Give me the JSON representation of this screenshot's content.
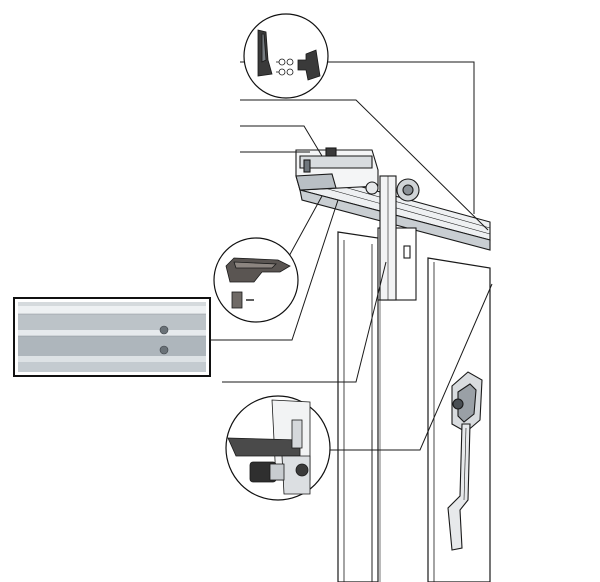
{
  "diagram": {
    "palette": {
      "background": "#ffffff",
      "line": "#1a1a1a",
      "metal_light": "#dfe3e6",
      "metal_mid": "#b9bfc4",
      "metal_dark": "#6f767c",
      "dark_part": "#3a3a3a",
      "callout_border": "#111111"
    },
    "callouts": [
      {
        "name": "callout-end-stop-kit",
        "icon": "end-stop-parts-icon"
      },
      {
        "name": "callout-anti-jump-clip",
        "icon": "anti-jump-clip-icon"
      },
      {
        "name": "callout-aluminium-track",
        "icon": "aluminium-track-icon"
      },
      {
        "name": "callout-bottom-guide",
        "icon": "bottom-guide-icon"
      }
    ],
    "leader_count": 8
  }
}
